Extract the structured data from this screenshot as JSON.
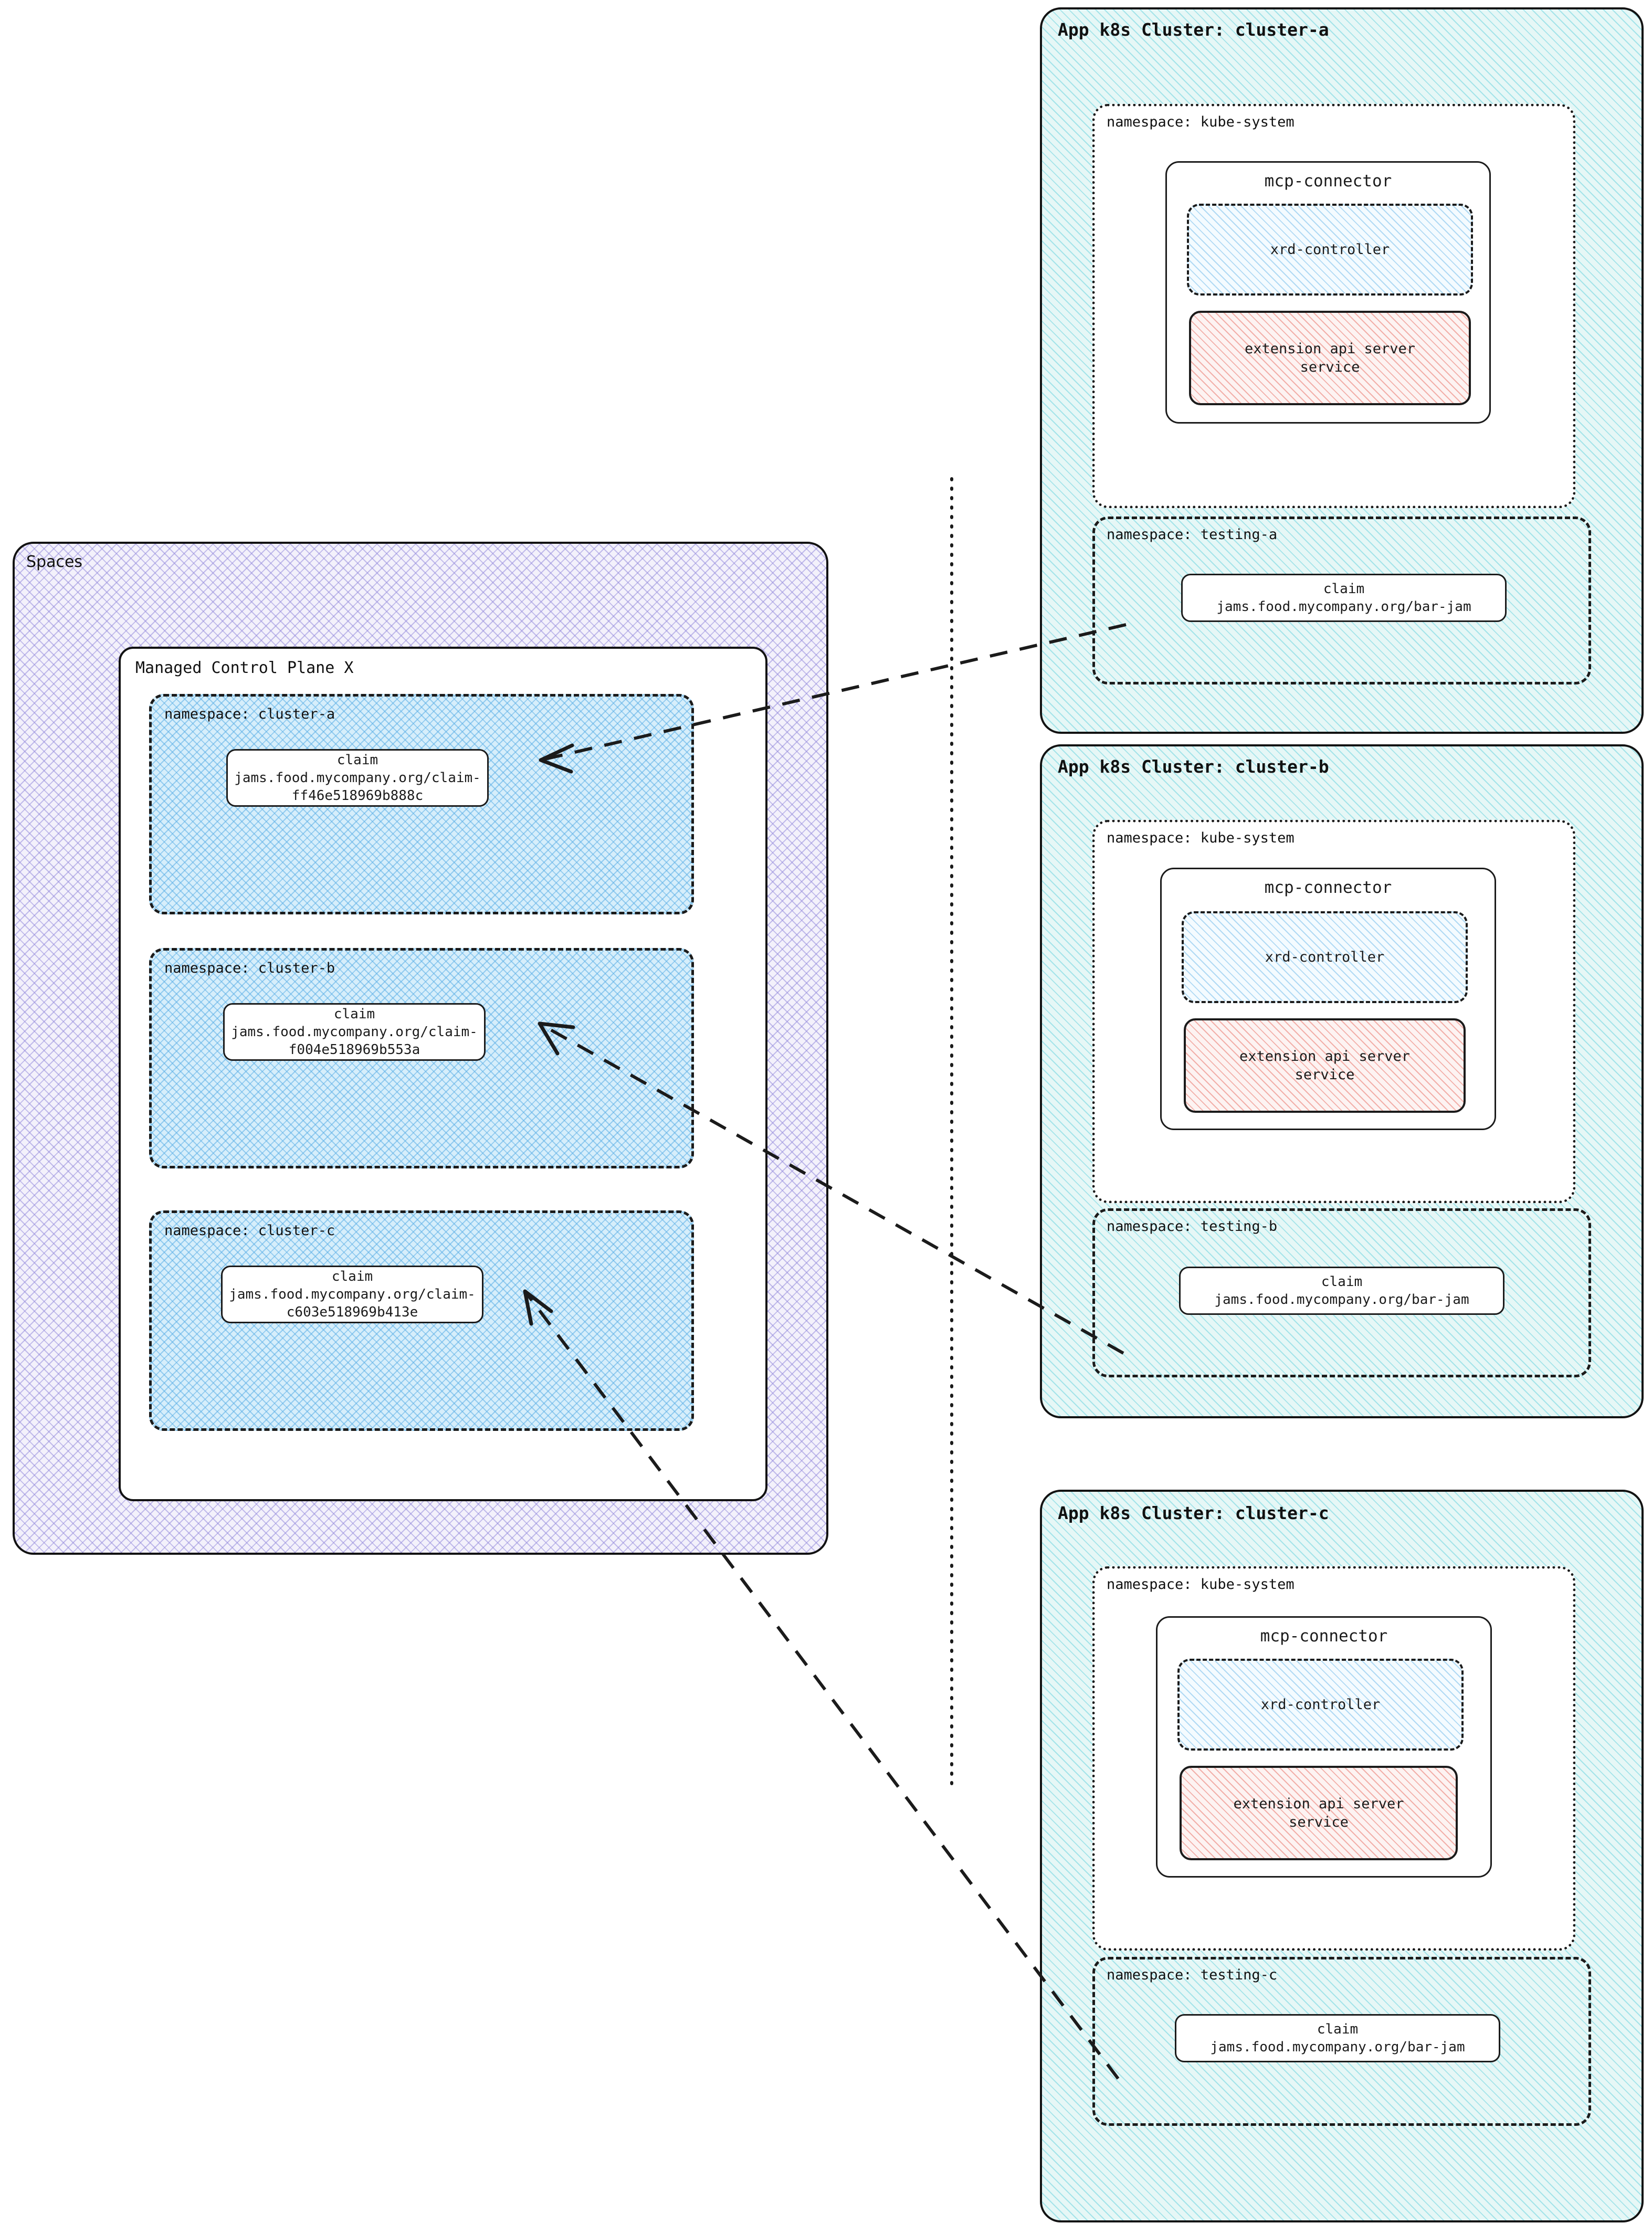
{
  "spaces": {
    "title": "Spaces",
    "control_plane": {
      "title": "Managed Control Plane X",
      "namespaces": [
        {
          "label": "namespace: cluster-a",
          "claim": {
            "kind": "claim",
            "name": "jams.food.mycompany.org/claim-",
            "name_cont": "ff46e518969b888c"
          }
        },
        {
          "label": "namespace: cluster-b",
          "claim": {
            "kind": "claim",
            "name": "jams.food.mycompany.org/claim-",
            "name_cont": "f004e518969b553a"
          }
        },
        {
          "label": "namespace: cluster-c",
          "claim": {
            "kind": "claim",
            "name": "jams.food.mycompany.org/claim-",
            "name_cont": "c603e518969b413e"
          }
        }
      ]
    }
  },
  "clusters": [
    {
      "title": "App k8s Cluster: cluster-a",
      "kube_system": {
        "label": "namespace: kube-system",
        "connector": {
          "title": "mcp-connector",
          "xrd_controller": "xrd-controller",
          "ext_api_line1": "extension api server",
          "ext_api_line2": "service"
        }
      },
      "testing": {
        "label": "namespace: testing-a",
        "claim": {
          "kind": "claim",
          "name": "jams.food.mycompany.org/bar-jam"
        }
      }
    },
    {
      "title": "App k8s Cluster: cluster-b",
      "kube_system": {
        "label": "namespace: kube-system",
        "connector": {
          "title": "mcp-connector",
          "xrd_controller": "xrd-controller",
          "ext_api_line1": "extension api server",
          "ext_api_line2": "service"
        }
      },
      "testing": {
        "label": "namespace: testing-b",
        "claim": {
          "kind": "claim",
          "name": "jams.food.mycompany.org/bar-jam"
        }
      }
    },
    {
      "title": "App k8s Cluster: cluster-c",
      "kube_system": {
        "label": "namespace: kube-system",
        "connector": {
          "title": "mcp-connector",
          "xrd_controller": "xrd-controller",
          "ext_api_line1": "extension api server",
          "ext_api_line2": "service"
        }
      },
      "testing": {
        "label": "namespace: testing-c",
        "claim": {
          "kind": "claim",
          "name": "jams.food.mycompany.org/bar-jam"
        }
      }
    }
  ],
  "colors": {
    "spaces_hatch": "#968cdc",
    "namespace_hatch": "#5aafe6",
    "cluster_hatch": "#78d7e1",
    "xrd_hatch": "#78bee b",
    "extapi_hatch": "#eb8278",
    "stroke": "#1b1b1b"
  },
  "connections": [
    {
      "from": "cluster-a testing-a claim",
      "to": "spaces cluster-a claim"
    },
    {
      "from": "cluster-b testing-b claim",
      "to": "spaces cluster-b claim"
    },
    {
      "from": "cluster-c testing-c claim",
      "to": "spaces cluster-c claim"
    }
  ]
}
